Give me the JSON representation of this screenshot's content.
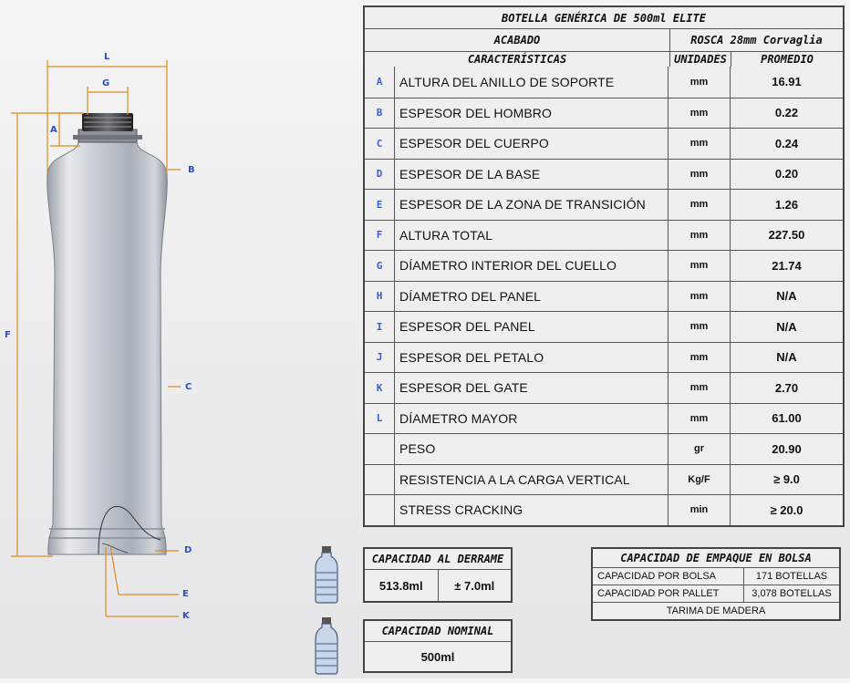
{
  "table": {
    "title": "BOTELLA GENÉRICA DE 500ml ELITE",
    "acabado_label": "ACABADO",
    "acabado_value": "ROSCA 28mm Corvaglia",
    "col_caracteristicas": "CARACTERÍSTICAS",
    "col_unidades": "UNIDADES",
    "col_promedio": "PROMEDIO",
    "rows": [
      {
        "letter": "A",
        "name": "ALTURA DEL ANILLO DE SOPORTE",
        "unit": "mm",
        "value": "16.91"
      },
      {
        "letter": "B",
        "name": "ESPESOR DEL HOMBRO",
        "unit": "mm",
        "value": "0.22"
      },
      {
        "letter": "C",
        "name": "ESPESOR DEL CUERPO",
        "unit": "mm",
        "value": "0.24"
      },
      {
        "letter": "D",
        "name": "ESPESOR DE LA BASE",
        "unit": "mm",
        "value": "0.20"
      },
      {
        "letter": "E",
        "name": "ESPESOR DE LA ZONA DE TRANSICIÓN",
        "unit": "mm",
        "value": "1.26"
      },
      {
        "letter": "F",
        "name": "ALTURA TOTAL",
        "unit": "mm",
        "value": "227.50"
      },
      {
        "letter": "G",
        "name": "DÍAMETRO INTERIOR DEL CUELLO",
        "unit": "mm",
        "value": "21.74"
      },
      {
        "letter": "H",
        "name": "DÍAMETRO DEL PANEL",
        "unit": "mm",
        "value": "N/A"
      },
      {
        "letter": "I",
        "name": "ESPESOR DEL PANEL",
        "unit": "mm",
        "value": "N/A"
      },
      {
        "letter": "J",
        "name": "ESPESOR DEL PETALO",
        "unit": "mm",
        "value": "N/A"
      },
      {
        "letter": "K",
        "name": "ESPESOR DEL GATE",
        "unit": "mm",
        "value": "2.70"
      },
      {
        "letter": "L",
        "name": "DÍAMETRO MAYOR",
        "unit": "mm",
        "value": "61.00"
      },
      {
        "letter": "",
        "name": "PESO",
        "unit": "gr",
        "value": "20.90"
      },
      {
        "letter": "",
        "name": "RESISTENCIA A LA CARGA VERTICAL",
        "unit": "Kg/F",
        "value": "≥ 9.0"
      },
      {
        "letter": "",
        "name": "STRESS CRACKING",
        "unit": "min",
        "value": "≥ 20.0"
      }
    ]
  },
  "derrame": {
    "title": "CAPACIDAD AL DERRAME",
    "value": "513.8ml",
    "tolerance": "± 7.0ml"
  },
  "nominal": {
    "title": "CAPACIDAD NOMINAL",
    "value": "500ml"
  },
  "empaque": {
    "title": "CAPACIDAD DE EMPAQUE EN BOLSA",
    "rows": [
      {
        "label": "CAPACIDAD POR BOLSA",
        "value": "171 BOTELLAS"
      },
      {
        "label": "CAPACIDAD POR PALLET",
        "value": "3,078 BOTELLAS"
      }
    ],
    "footer": "TARIMA DE MADERA"
  },
  "drawing_labels": {
    "L": "L",
    "G": "G",
    "A": "A",
    "B": "B",
    "F": "F",
    "C": "C",
    "D": "D",
    "E": "E",
    "K": "K"
  },
  "colors": {
    "dimension": "#e08a1e",
    "letter": "#3a5fd0",
    "border": "#444444"
  }
}
